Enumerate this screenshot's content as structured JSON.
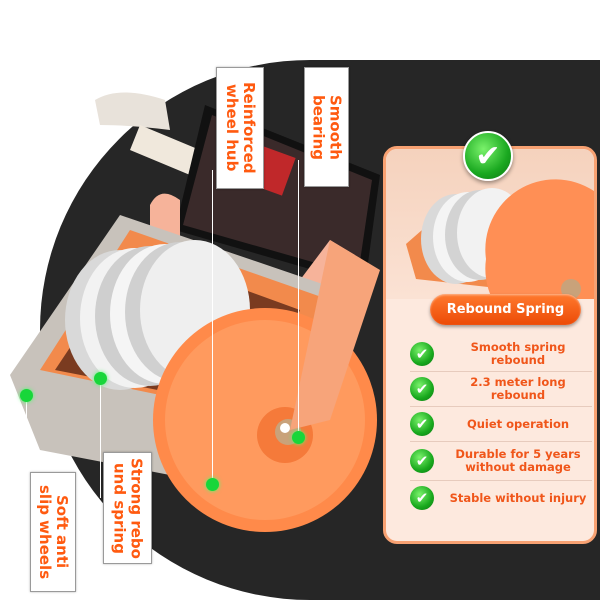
{
  "callouts": [
    {
      "id": "reinforced-wheel-hub",
      "text": "Reinforced\nwheel hub"
    },
    {
      "id": "smooth-bearing",
      "text": "Smooth\nbearing"
    },
    {
      "id": "strong-rebound-spring",
      "text": "Strong rebo\nund spring"
    },
    {
      "id": "soft-anti-slip-wheels",
      "text": "Soft anti\nslip wheels"
    }
  ],
  "panel": {
    "title": "Rebound Spring",
    "features": [
      {
        "text": "Smooth spring rebound"
      },
      {
        "text": "2.3 meter long rebound"
      },
      {
        "text": "Quiet operation"
      },
      {
        "text": "Durable for 5 years without damage"
      },
      {
        "text": "Stable without injury"
      }
    ]
  },
  "icons": {
    "check": "✔"
  },
  "colors": {
    "accent": "#ff5a10",
    "check_green": "#18a81d",
    "panel_bg": "#fde9de",
    "dark_bg": "#262626"
  }
}
